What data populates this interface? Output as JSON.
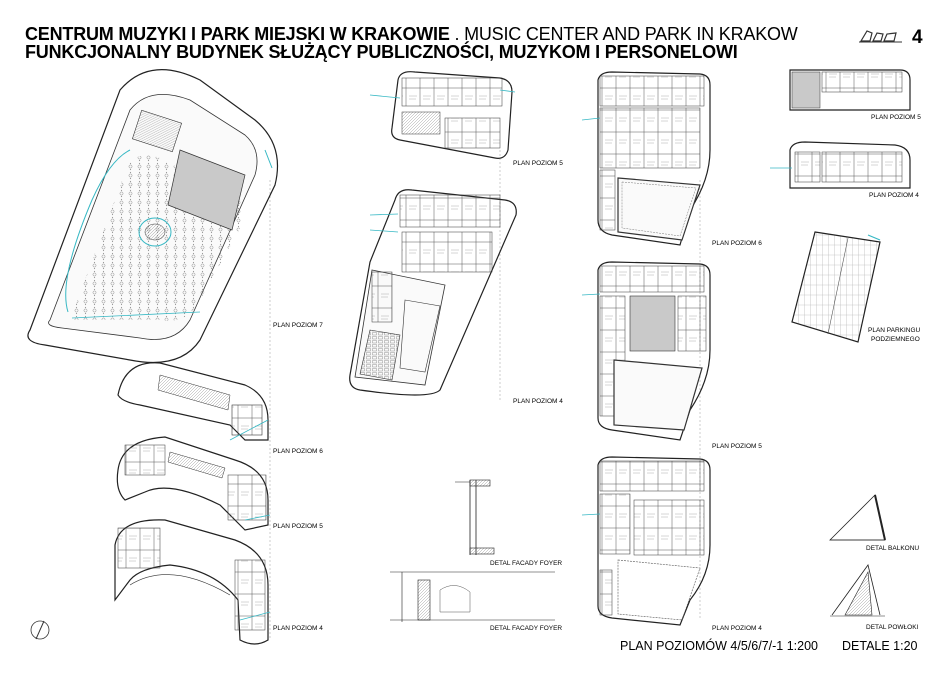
{
  "header": {
    "title_bold": "CENTRUM MUZYKI I PARK MIEJSKI W KRAKOWIE",
    "title_light": ". MUSIC CENTER AND PARK IN KRAKOW",
    "subtitle": "FUNKCJONALNY BUDYNEK SŁUŻĄCY PUBLICZNOŚCI, MUZYKOM I PERSONELOWI",
    "page_number": "4"
  },
  "labels": {
    "col1_level7": "PLAN POZIOM 7",
    "col1_level6": "PLAN POZIOM 6",
    "col1_level5": "PLAN POZIOM 5",
    "col1_level4": "PLAN POZIOM 4",
    "col2_level5": "PLAN POZIOM 5",
    "col2_level4": "PLAN POZIOM 4",
    "col3_level6": "PLAN POZIOM 6",
    "col3_level5": "PLAN POZIOM 5",
    "col3_level4": "PLAN POZIOM 4",
    "col4_level5": "PLAN POZIOM 5",
    "col4_level4": "PLAN POZIOM  4",
    "parking_line1": "PLAN PARKINGU",
    "parking_line2": "PODZIEMNEGO",
    "detail_foyer_1": "DETAL FACADY FOYER",
    "detail_foyer_2": "DETAL FACADY FOYER",
    "detail_balcony": "DETAL BALKONU",
    "detail_shell": "DETAL POWŁOKI"
  },
  "footer": {
    "plans_scale": "PLAN POZIOMÓW 4/5/6/7/-1  1:200",
    "details_scale": "DETALE  1:20"
  },
  "colors": {
    "accent": "#36b8c4",
    "gray_fill": "#c9c9c9",
    "line": "#222222"
  }
}
